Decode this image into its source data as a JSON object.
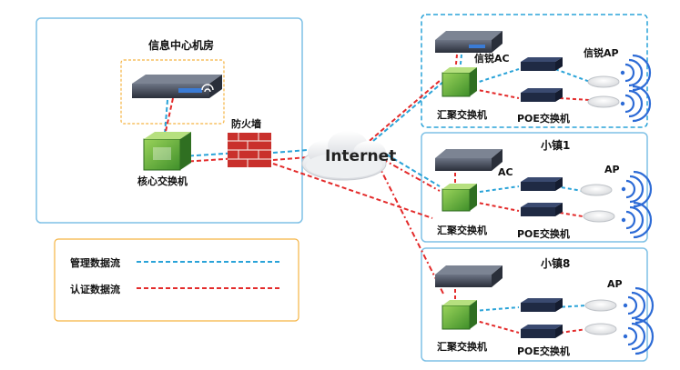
{
  "datacenter": {
    "title": "信息中心机房",
    "core_switch_label": "核心交换机",
    "firewall_label": "防火墙"
  },
  "internet_label": "Internet",
  "site_ac": {
    "ac_label": "信锐AC",
    "ap_label": "信锐AP",
    "agg_switch_label": "汇聚交换机",
    "poe_switch_label": "POE交换机"
  },
  "site_town1": {
    "title": "小镇1",
    "ac_label": "AC",
    "ap_label": "AP",
    "agg_switch_label": "汇聚交换机",
    "poe_switch_label": "POE交换机"
  },
  "site_town8": {
    "title": "小镇8",
    "ap_label": "AP",
    "agg_switch_label": "汇聚交换机",
    "poe_switch_label": "POE交换机"
  },
  "legend": {
    "mgmt_label": "管理数据流",
    "auth_label": "认证数据流",
    "mgmt_color": "#2aa3d8",
    "auth_color": "#e32b2b"
  },
  "colors": {
    "box_border": "#7fc1e6",
    "dash_border": "#f5b342",
    "wifi": "#2d6bd6"
  }
}
